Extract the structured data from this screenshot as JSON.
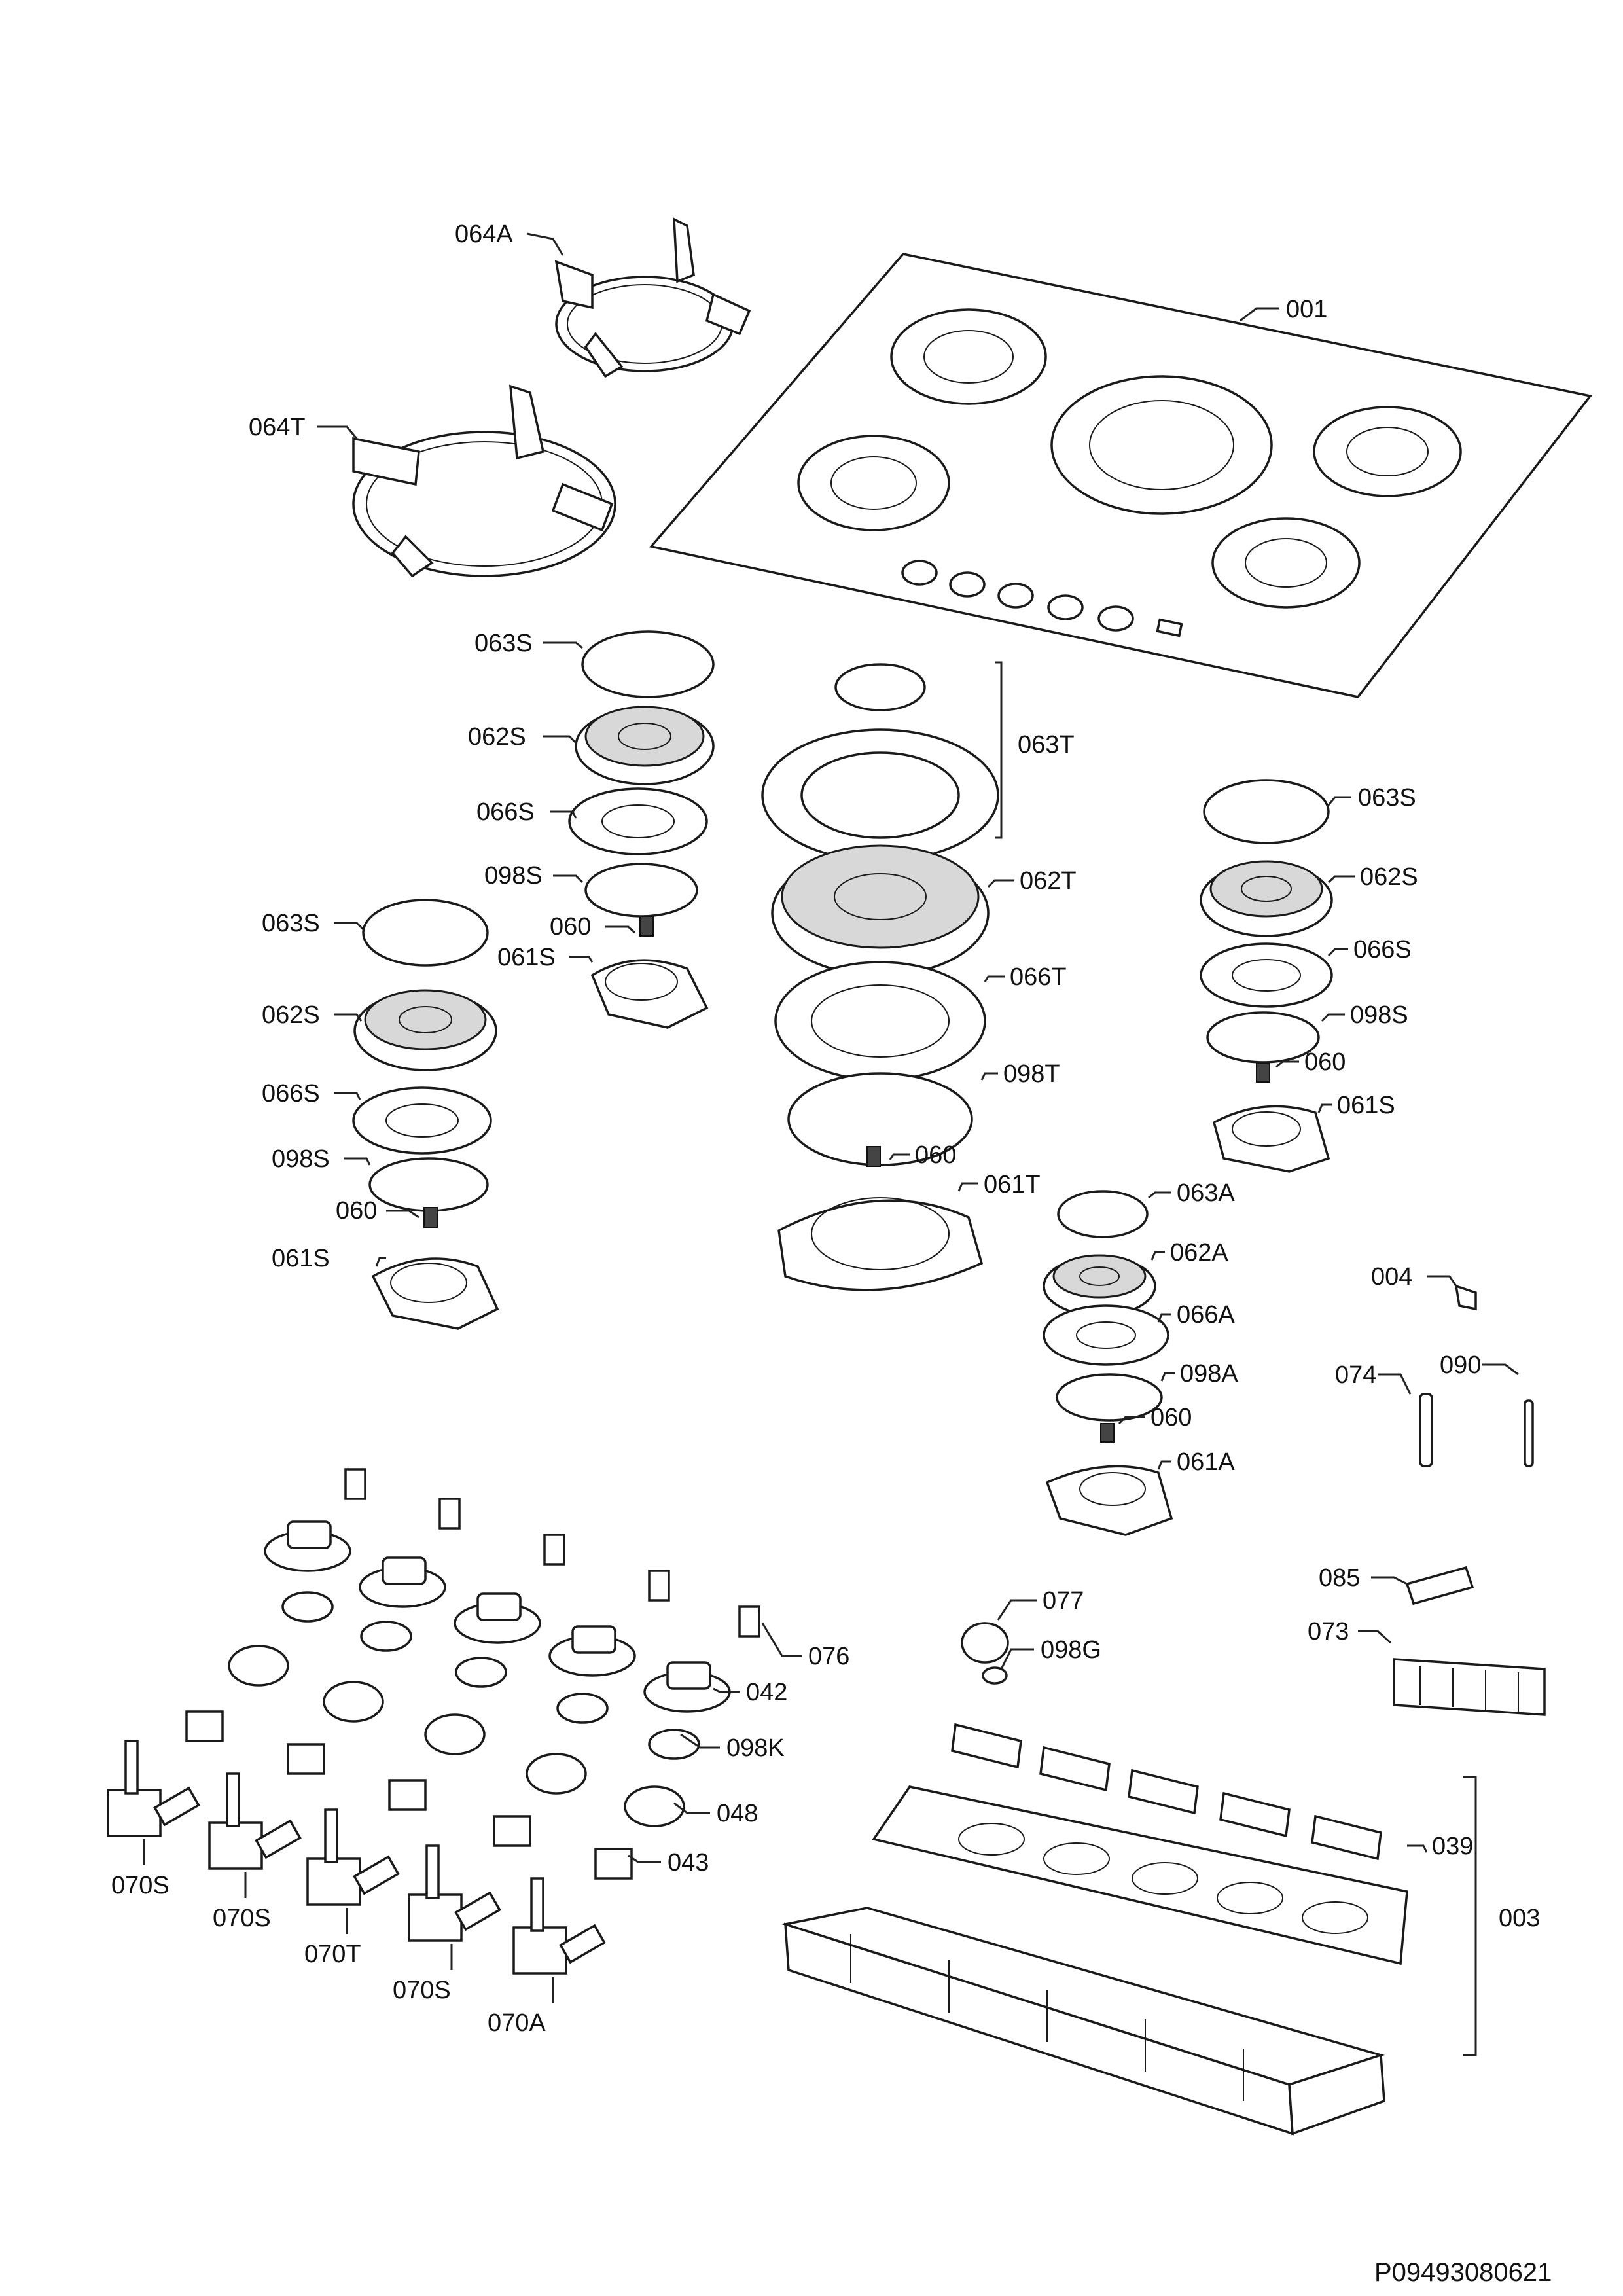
{
  "drawing_code": "P09493080621",
  "labels": {
    "l_064A": "064A",
    "l_064T": "064T",
    "l_001": "001",
    "l_063S_a": "063S",
    "l_062S_a": "062S",
    "l_066S_a": "066S",
    "l_098S_a": "098S",
    "l_060_a": "060",
    "l_061S_a": "061S",
    "l_063S_b": "063S",
    "l_062S_b": "062S",
    "l_066S_b": "066S",
    "l_098S_b": "098S",
    "l_060_b": "060",
    "l_061S_b": "061S",
    "l_063T": "063T",
    "l_062T": "062T",
    "l_066T": "066T",
    "l_098T": "098T",
    "l_060_c": "060",
    "l_061T": "061T",
    "l_063S_c": "063S",
    "l_062S_c": "062S",
    "l_066S_c": "066S",
    "l_098S_c": "098S",
    "l_060_d": "060",
    "l_061S_c": "061S",
    "l_063A": "063A",
    "l_062A": "062A",
    "l_066A": "066A",
    "l_098A": "098A",
    "l_060_e": "060",
    "l_061A": "061A",
    "l_004": "004",
    "l_074": "074",
    "l_090": "090",
    "l_085": "085",
    "l_073": "073",
    "l_077": "077",
    "l_098G": "098G",
    "l_076": "076",
    "l_042": "042",
    "l_098K": "098K",
    "l_048": "048",
    "l_043": "043",
    "l_070S_a": "070S",
    "l_070S_b": "070S",
    "l_070T": "070T",
    "l_070S_c": "070S",
    "l_070A": "070A",
    "l_039": "039",
    "l_003": "003"
  }
}
